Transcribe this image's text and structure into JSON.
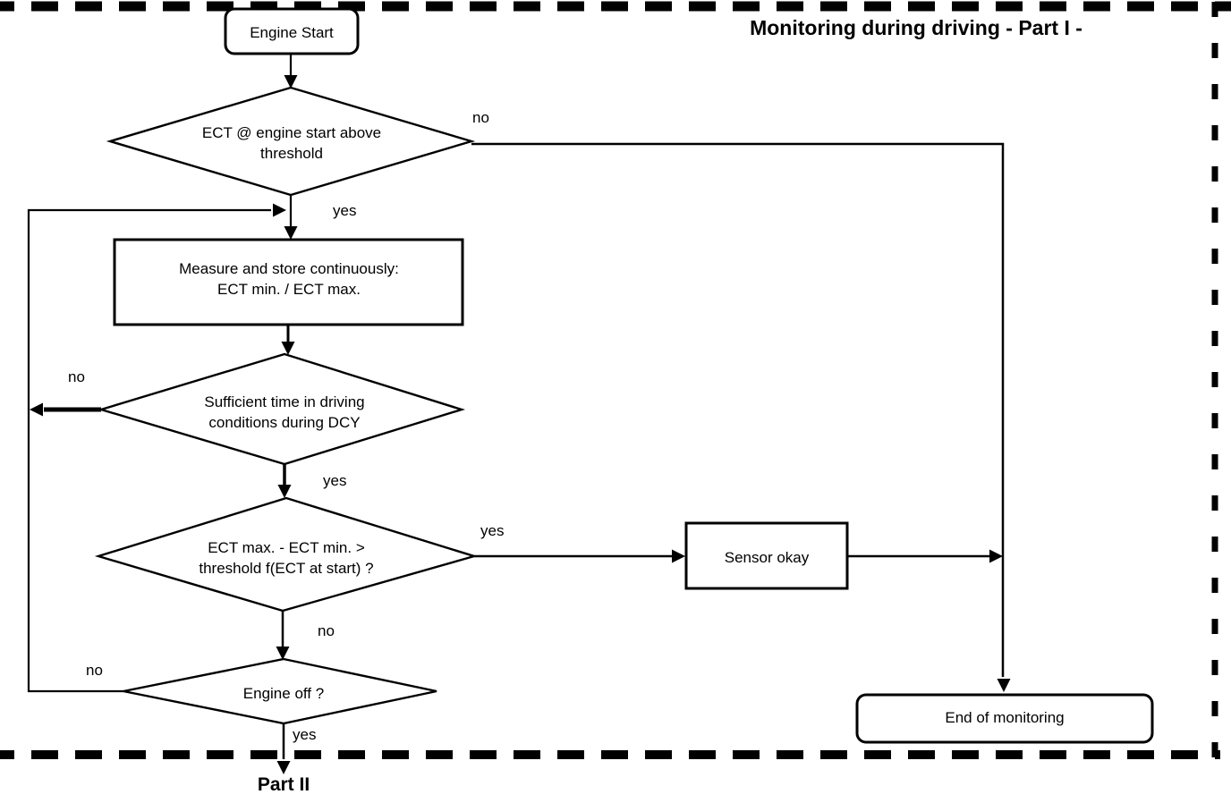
{
  "diagram_title": {
    "line1": "Monitoring during driving",
    "line2": "- Part I -"
  },
  "nodes": {
    "engine_start": {
      "type": "terminator",
      "label": "Engine Start"
    },
    "ect_at_start": {
      "type": "decision",
      "lines": [
        "ECT @ engine start above",
        "threshold"
      ]
    },
    "measure_store": {
      "type": "process",
      "lines": [
        "Measure and store continuously:",
        "ECT min. / ECT max."
      ]
    },
    "sufficient_time": {
      "type": "decision",
      "lines": [
        "Sufficient time in driving",
        "conditions during DCY"
      ]
    },
    "ect_delta": {
      "type": "decision",
      "lines": [
        "ECT max. - ECT min. >",
        "threshold f(ECT at start) ?"
      ]
    },
    "sensor_okay": {
      "type": "process",
      "label": "Sensor okay"
    },
    "engine_off": {
      "type": "decision",
      "label": "Engine off ?"
    },
    "end_of_monitoring": {
      "type": "terminator",
      "label": "End of monitoring"
    },
    "part_two": {
      "type": "off-page-connector",
      "label": "Part II"
    }
  },
  "edge_labels": {
    "ect_at_start_no": "no",
    "ect_at_start_yes": "yes",
    "sufficient_time_no": "no",
    "sufficient_time_yes": "yes",
    "ect_delta_yes": "yes",
    "ect_delta_no": "no",
    "engine_off_no": "no",
    "engine_off_yes": "yes"
  },
  "colors": {
    "ink": "#000000",
    "background": "#ffffff"
  }
}
